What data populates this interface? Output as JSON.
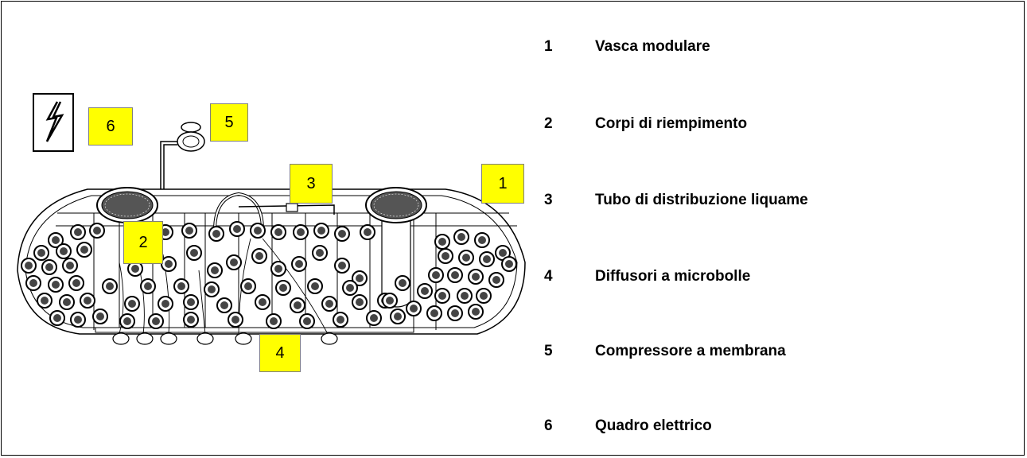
{
  "callouts": [
    {
      "id": "6",
      "label": "6"
    },
    {
      "id": "5",
      "label": "5"
    },
    {
      "id": "3",
      "label": "3"
    },
    {
      "id": "1",
      "label": "1"
    },
    {
      "id": "2",
      "label": "2"
    },
    {
      "id": "4",
      "label": "4"
    }
  ],
  "legend": [
    {
      "num": "1",
      "label": "Vasca modulare"
    },
    {
      "num": "2",
      "label": "Corpi di riempimento"
    },
    {
      "num": "3",
      "label": "Tubo di distribuzione liquame"
    },
    {
      "num": "4",
      "label": "Diffusori a microbolle"
    },
    {
      "num": "5",
      "label": "Compressore a membrana"
    },
    {
      "num": "6",
      "label": "Quadro elettrico"
    }
  ],
  "colors": {
    "callout_fill": "#ffff00",
    "line": "#000000"
  },
  "icons": {
    "electric_panel": "lightning-bolt-icon"
  }
}
